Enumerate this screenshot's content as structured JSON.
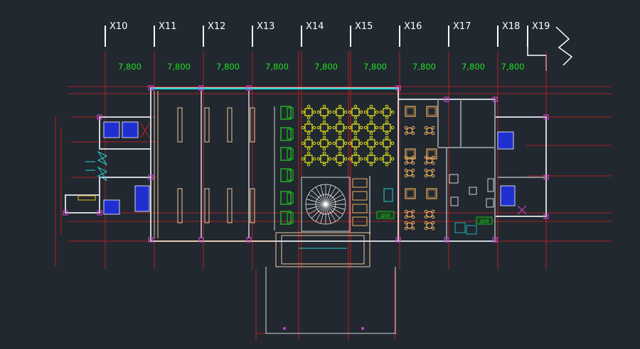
{
  "axes": {
    "labels": [
      "X10",
      "X11",
      "X12",
      "X13",
      "X14",
      "X15",
      "X16",
      "X17",
      "X18",
      "X19"
    ],
    "spacing_labels": [
      "7,800",
      "7,800",
      "7,800",
      "7,800",
      "7,800",
      "7,800",
      "7,800",
      "7,800",
      "7,800"
    ]
  },
  "room_labels": {
    "counter_left": "ДЕЙ",
    "counter_right": "ДЕЙ"
  },
  "colors": {
    "background": "#212830",
    "axis_line": "#d81e1e",
    "wall": "#cfd4d8",
    "glass": "#22d3d3",
    "column": "#d040d0",
    "label_text": "#ffffff",
    "dimension_text": "#22e022",
    "furniture_green": "#1fd61f",
    "furniture_yellow": "#e8e81a",
    "furniture_orange": "#f0b060",
    "furniture_blue": "#2030d0",
    "partition": "#f0c8a0",
    "gray_wall": "#8a8f94"
  }
}
